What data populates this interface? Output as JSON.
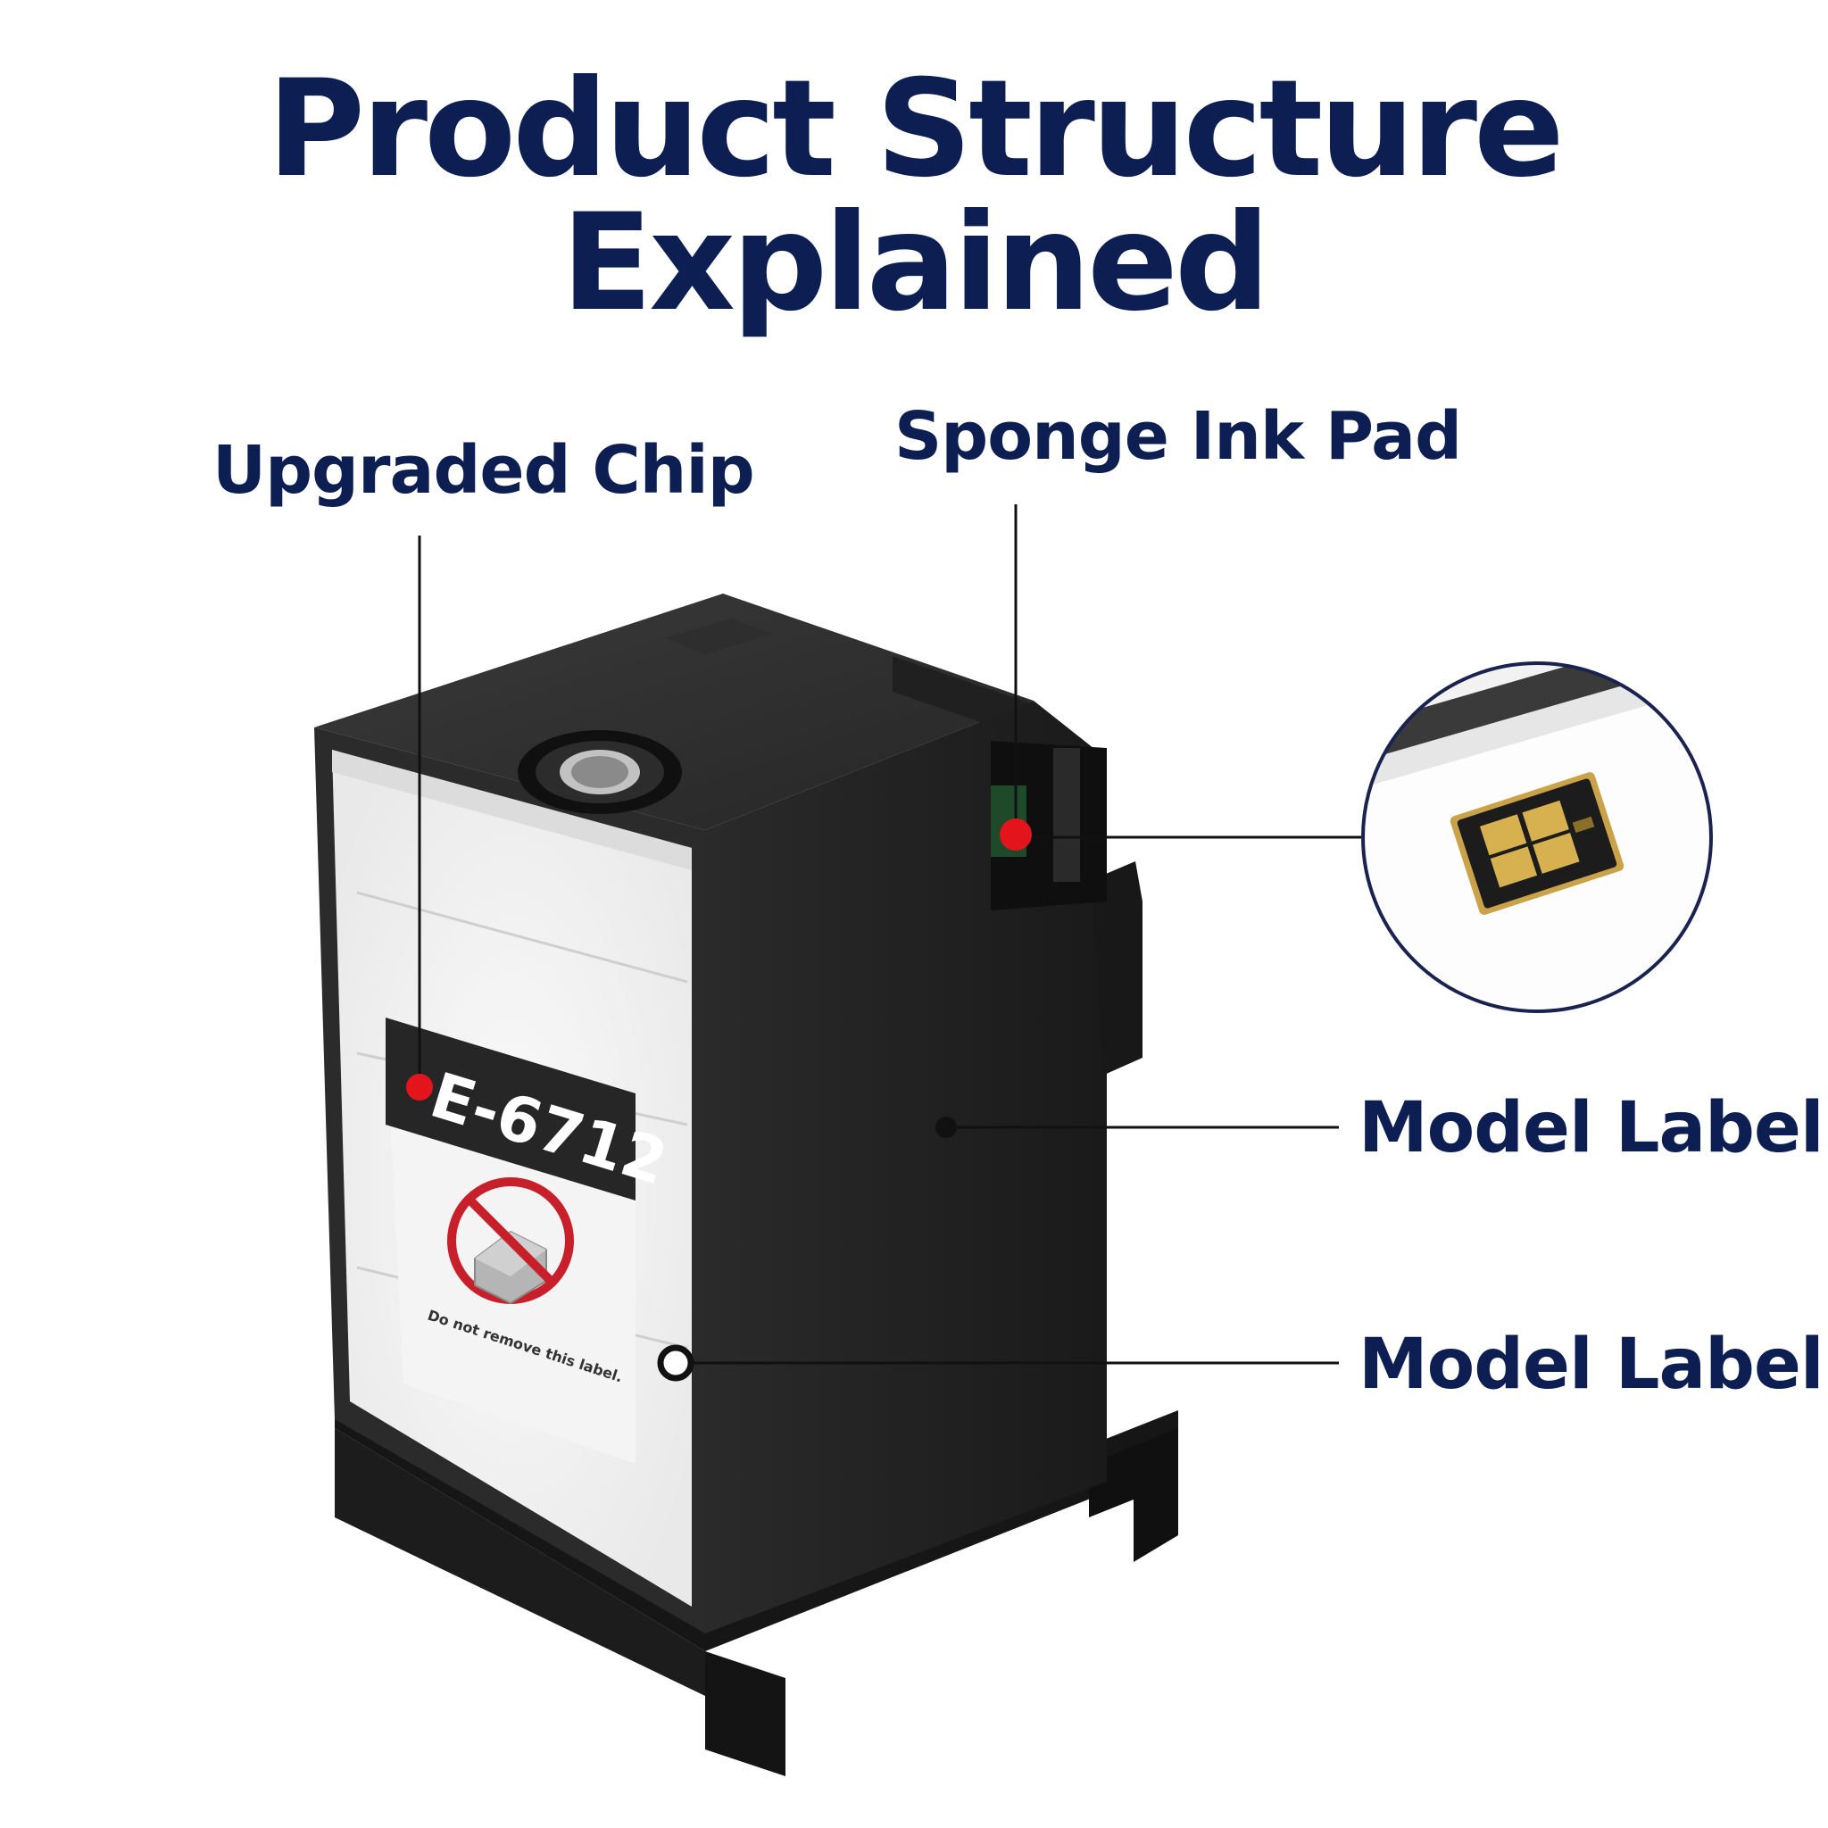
{
  "title": "Product Structure Explained",
  "callouts": {
    "upgraded_chip": "Upgraded Chip",
    "sponge_ink_pad": "Sponge Ink Pad",
    "model_label_1": "Model Label",
    "model_label_2": "Model Label"
  },
  "product": {
    "model_code": "E-6712",
    "warning_text": "Do not remove this label."
  },
  "colors": {
    "heading": "#0d1f52",
    "marker": "#e3141b",
    "body_dark": "#1e1e1e"
  }
}
